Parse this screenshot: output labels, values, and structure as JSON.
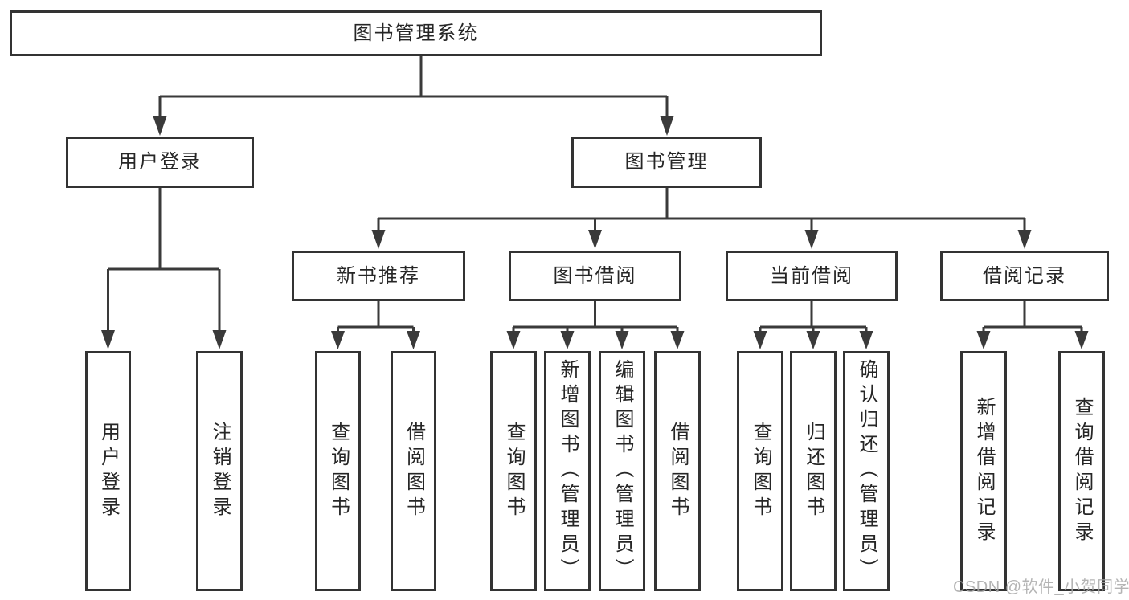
{
  "diagram": {
    "title": "图书管理系统",
    "user_login": {
      "label": "用户登录",
      "children": {
        "login": "用户登录",
        "logout": "注销登录"
      }
    },
    "book_management": {
      "label": "图书管理",
      "new_book_recommend": {
        "label": "新书推荐",
        "children": {
          "query_books": "查询图书",
          "borrow_books": "借阅图书"
        }
      },
      "book_borrow": {
        "label": "图书借阅",
        "children": {
          "query_books": "查询图书",
          "add_books": "新增图书（管理员）",
          "edit_books": "编辑图书（管理员）",
          "borrow_books": "借阅图书"
        }
      },
      "current_borrow": {
        "label": "当前借阅",
        "children": {
          "query_books": "查询图书",
          "return_books": "归还图书",
          "confirm_return": "确认归还（管理员）"
        }
      },
      "borrow_records": {
        "label": "借阅记录",
        "children": {
          "add_record": "新增借阅记录",
          "query_record": "查询借阅记录"
        }
      }
    }
  },
  "watermark": "CSDN @软件_小贺同学",
  "colors": {
    "line": "#3a3a3a",
    "box_border": "#333333",
    "text": "#262626",
    "watermark": "#a8a8a8",
    "background": "#ffffff"
  }
}
